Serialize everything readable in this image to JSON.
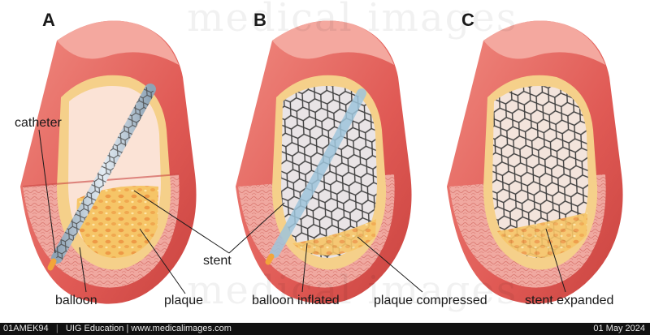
{
  "panels": {
    "a": {
      "letter": "A"
    },
    "b": {
      "letter": "B"
    },
    "c": {
      "letter": "C"
    }
  },
  "labels": {
    "catheter": "catheter",
    "balloon": "balloon",
    "plaque": "plaque",
    "stent": "stent",
    "balloon_inflated": "balloon inflated",
    "plaque_compressed": "plaque compressed",
    "stent_expanded": "stent expanded"
  },
  "watermark": {
    "text": "medical images"
  },
  "footer": {
    "image_id": "01AMEK94",
    "credit": "UIG Education | www.medicalimages.com",
    "date": "01 May 2024"
  },
  "colors": {
    "vessel_outer": "#e8645e",
    "vessel_wall": "#ee9a90",
    "intima": "#f5d08a",
    "lumen": "#fbe3d6",
    "plaque": "#f3b24a",
    "stent": "#3d3d3d",
    "catheter": "#b9c9d6",
    "tip": "#f2a53a"
  }
}
